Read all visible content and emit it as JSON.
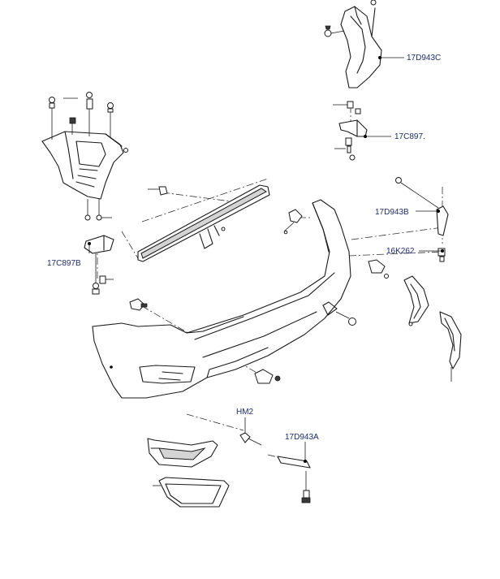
{
  "diagram": {
    "callouts": {
      "c17d943c": "17D943C",
      "c17c897": "17C897.",
      "c17d943b": "17D943B",
      "c16k262": "16K262",
      "c17c897b": "17C897B",
      "hm2": "HM2",
      "c17d943a": "17D943A"
    },
    "icons": {
      "bolt": "bolt-icon",
      "clip": "push-clip-icon",
      "screw": "screw-icon"
    },
    "colors": {
      "line": "#1a1a1a",
      "label": "#1c2b6e",
      "shade": "#d4d4d4"
    }
  }
}
